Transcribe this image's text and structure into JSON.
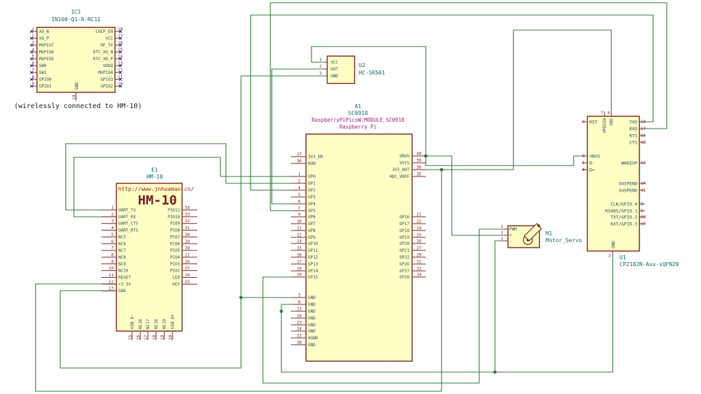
{
  "colors": {
    "wire": "#2e7d32",
    "component_body": "#ffffc4",
    "component_outline": "#7a1f1f",
    "reference_text": "#0d6b6b",
    "pin_name_text": "#1f4a6b",
    "pin_number_text": "#7a1f1f",
    "footprint_text": "#a0207a"
  },
  "note": "(wirelessly connected to HM-10)",
  "ic1": {
    "ref": "IC1",
    "value": "IN100-Q1-R-RC1I",
    "left_pins": [
      {
        "num": "1",
        "name": "XO_N"
      },
      {
        "num": "2",
        "name": "XO_P"
      },
      {
        "num": "3",
        "name": "MGPIO7"
      },
      {
        "num": "4",
        "name": "MGPIO6"
      },
      {
        "num": "5",
        "name": "MGPIO5"
      },
      {
        "num": "6",
        "name": "SW0"
      },
      {
        "num": "7",
        "name": "SW1"
      },
      {
        "num": "8",
        "name": "GPIO0"
      },
      {
        "num": "9",
        "name": "GPIO1"
      }
    ],
    "right_pins": [
      {
        "num": "18",
        "name": "CHIP_EN"
      },
      {
        "num": "17",
        "name": "VCC"
      },
      {
        "num": "16",
        "name": "RF_TX"
      },
      {
        "num": "15",
        "name": "RTC_XO_N"
      },
      {
        "num": "14",
        "name": "RTC_XO_P"
      },
      {
        "num": "13",
        "name": "VDDQ"
      },
      {
        "num": "12",
        "name": "MGPIO4"
      },
      {
        "num": "11",
        "name": "GPIO3"
      },
      {
        "num": "10",
        "name": "GPIO2"
      }
    ],
    "bottom_pin": {
      "num": "19",
      "name": "GND"
    }
  },
  "u2": {
    "ref": "U2",
    "value": "HC-SR501",
    "pins": [
      {
        "num": "1",
        "name": "VCC"
      },
      {
        "num": "2",
        "name": "OUT"
      },
      {
        "num": "3",
        "name": "GND"
      }
    ]
  },
  "a1": {
    "ref": "A1",
    "value": "SC0918",
    "footprint": "RaspberryPiPicoW:MODULE_SC0918",
    "description": "Raspberry Pi",
    "left_pins": [
      {
        "num": "37",
        "name": "3V3_EN"
      },
      {
        "num": "30",
        "name": "RUN"
      },
      {
        "num": "1",
        "name": "GP0"
      },
      {
        "num": "2",
        "name": "GP1"
      },
      {
        "num": "4",
        "name": "GP2"
      },
      {
        "num": "5",
        "name": "GP3"
      },
      {
        "num": "6",
        "name": "GP4"
      },
      {
        "num": "7",
        "name": "GP5"
      },
      {
        "num": "9",
        "name": "GP6"
      },
      {
        "num": "10",
        "name": "GP7"
      },
      {
        "num": "11",
        "name": "GP8"
      },
      {
        "num": "12",
        "name": "GP9"
      },
      {
        "num": "14",
        "name": "GP10"
      },
      {
        "num": "15",
        "name": "GP11"
      },
      {
        "num": "16",
        "name": "GP12"
      },
      {
        "num": "17",
        "name": "GP13"
      },
      {
        "num": "19",
        "name": "GP14"
      },
      {
        "num": "20",
        "name": "GP15"
      },
      {
        "num": "3",
        "name": "GND"
      },
      {
        "num": "8",
        "name": "GND"
      },
      {
        "num": "13",
        "name": "GND"
      },
      {
        "num": "18",
        "name": "GND"
      },
      {
        "num": "23",
        "name": "GND"
      },
      {
        "num": "28",
        "name": "GND"
      },
      {
        "num": "33",
        "name": "AGND"
      },
      {
        "num": "38",
        "name": "GND"
      }
    ],
    "right_pins": [
      {
        "num": "40",
        "name": "VBUS"
      },
      {
        "num": "39",
        "name": "VSYS"
      },
      {
        "num": "36",
        "name": "3V3_OUT"
      },
      {
        "num": "35",
        "name": "ADC_VREF"
      },
      {
        "num": "21",
        "name": "GP16"
      },
      {
        "num": "22",
        "name": "GP17"
      },
      {
        "num": "24",
        "name": "GP18"
      },
      {
        "num": "25",
        "name": "GP19"
      },
      {
        "num": "26",
        "name": "GP20"
      },
      {
        "num": "27",
        "name": "GP21"
      },
      {
        "num": "29",
        "name": "GP22"
      },
      {
        "num": "31",
        "name": "GP26"
      },
      {
        "num": "32",
        "name": "GP27"
      },
      {
        "num": "34",
        "name": "GP28"
      }
    ]
  },
  "e1": {
    "ref": "E1",
    "value": "HM-10",
    "url": "http://www.jnhuamao.cn/",
    "logo": "HM-10",
    "left_pins": [
      {
        "num": "1",
        "name": "UART_TX"
      },
      {
        "num": "2",
        "name": "UART_RX"
      },
      {
        "num": "3",
        "name": "UART_CTS"
      },
      {
        "num": "4",
        "name": "UART_RTS"
      },
      {
        "num": "5",
        "name": "NC5"
      },
      {
        "num": "6",
        "name": "NC6"
      },
      {
        "num": "7",
        "name": "NC7"
      },
      {
        "num": "8",
        "name": "NC8"
      },
      {
        "num": "9",
        "name": "NC9"
      },
      {
        "num": "10",
        "name": "NC10"
      },
      {
        "num": "11",
        "name": "RESET"
      },
      {
        "num": "12",
        "name": "+3.3V"
      },
      {
        "num": "13",
        "name": "GND"
      }
    ],
    "right_pins": [
      {
        "num": "34",
        "name": "PIO11"
      },
      {
        "num": "33",
        "name": "PIO10"
      },
      {
        "num": "32",
        "name": "PIO9"
      },
      {
        "num": "31",
        "name": "PIO8"
      },
      {
        "num": "30",
        "name": "PIO7"
      },
      {
        "num": "29",
        "name": "PIO6"
      },
      {
        "num": "28",
        "name": "PIO5"
      },
      {
        "num": "27",
        "name": "PIO4"
      },
      {
        "num": "26",
        "name": "PIO3"
      },
      {
        "num": "25",
        "name": "PIO2"
      },
      {
        "num": "24",
        "name": "LED"
      },
      {
        "num": "23",
        "name": "KEY"
      }
    ],
    "bottom_pins": [
      {
        "num": "15",
        "name": "USB_D-"
      },
      {
        "num": "16",
        "name": "NC16"
      },
      {
        "num": "17",
        "name": "NC17"
      },
      {
        "num": "18",
        "name": "NC18"
      },
      {
        "num": "19",
        "name": "NC19"
      },
      {
        "num": "20",
        "name": "USB_D+"
      }
    ]
  },
  "m1": {
    "ref": "M1",
    "value": "Motor_Servo",
    "pins": [
      {
        "num": "1",
        "name": "PWM"
      },
      {
        "num": "2",
        "name": "+"
      },
      {
        "num": "3",
        "name": "-"
      }
    ]
  },
  "u1": {
    "ref": "U1",
    "value": "CP2102N-Axx-xQFN20",
    "top_pins": [
      {
        "num": "7",
        "name": "VREGIN"
      },
      {
        "num": "6",
        "name": "VDD"
      }
    ],
    "left_pins": [
      {
        "num": "9",
        "name": "RST"
      },
      {
        "num": "8",
        "name": "VBUS"
      },
      {
        "num": "5",
        "name": "D-"
      },
      {
        "num": "4",
        "name": "D+"
      }
    ],
    "right_pins": [
      {
        "num": "18",
        "name": "TXD"
      },
      {
        "num": "17",
        "name": "RXD"
      },
      {
        "num": "16",
        "name": "RTS"
      },
      {
        "num": "15",
        "name": "CTS"
      },
      {
        "num": "13",
        "name": "WAKEUP"
      },
      {
        "num": "14",
        "name": "SUSPEND"
      },
      {
        "num": "11",
        "name": "SUSPEND"
      },
      {
        "num": "2",
        "name": "CLK/GPIO.0"
      },
      {
        "num": "1",
        "name": "RS485/GPIO.1"
      },
      {
        "num": "20",
        "name": "TXT/GPIO.2"
      },
      {
        "num": "19",
        "name": "RXT/GPIO.3"
      }
    ],
    "bottom_pin": {
      "num": "3",
      "name": "GND"
    }
  }
}
